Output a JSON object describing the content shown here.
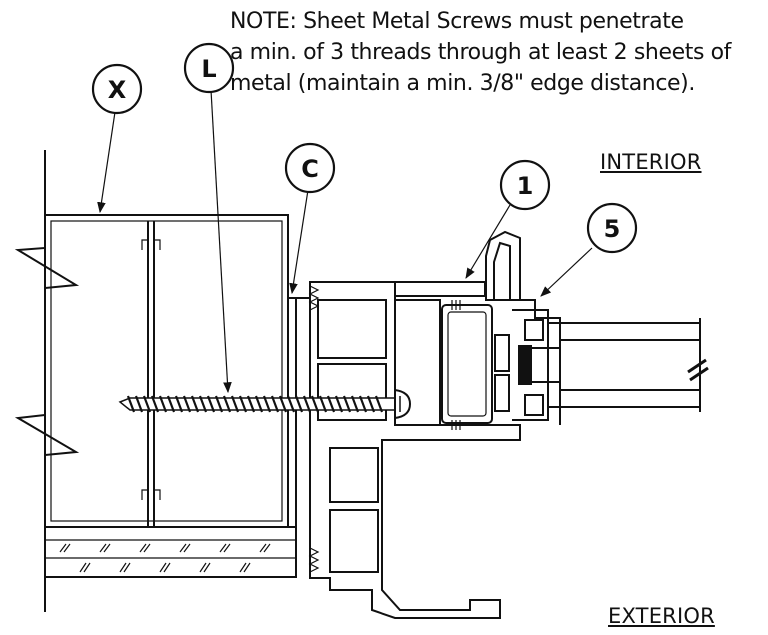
{
  "note": {
    "line1": "NOTE: Sheet Metal Screws must penetrate",
    "line2": "a min. of  3 threads through at least 2 sheets of",
    "line3": "metal (maintain a min. 3/8\" edge distance)."
  },
  "callouts": {
    "x": "X",
    "l": "L",
    "c": "C",
    "one": "1",
    "five": "5"
  },
  "labels": {
    "interior": "INTERIOR",
    "exterior": "EXTERIOR"
  }
}
